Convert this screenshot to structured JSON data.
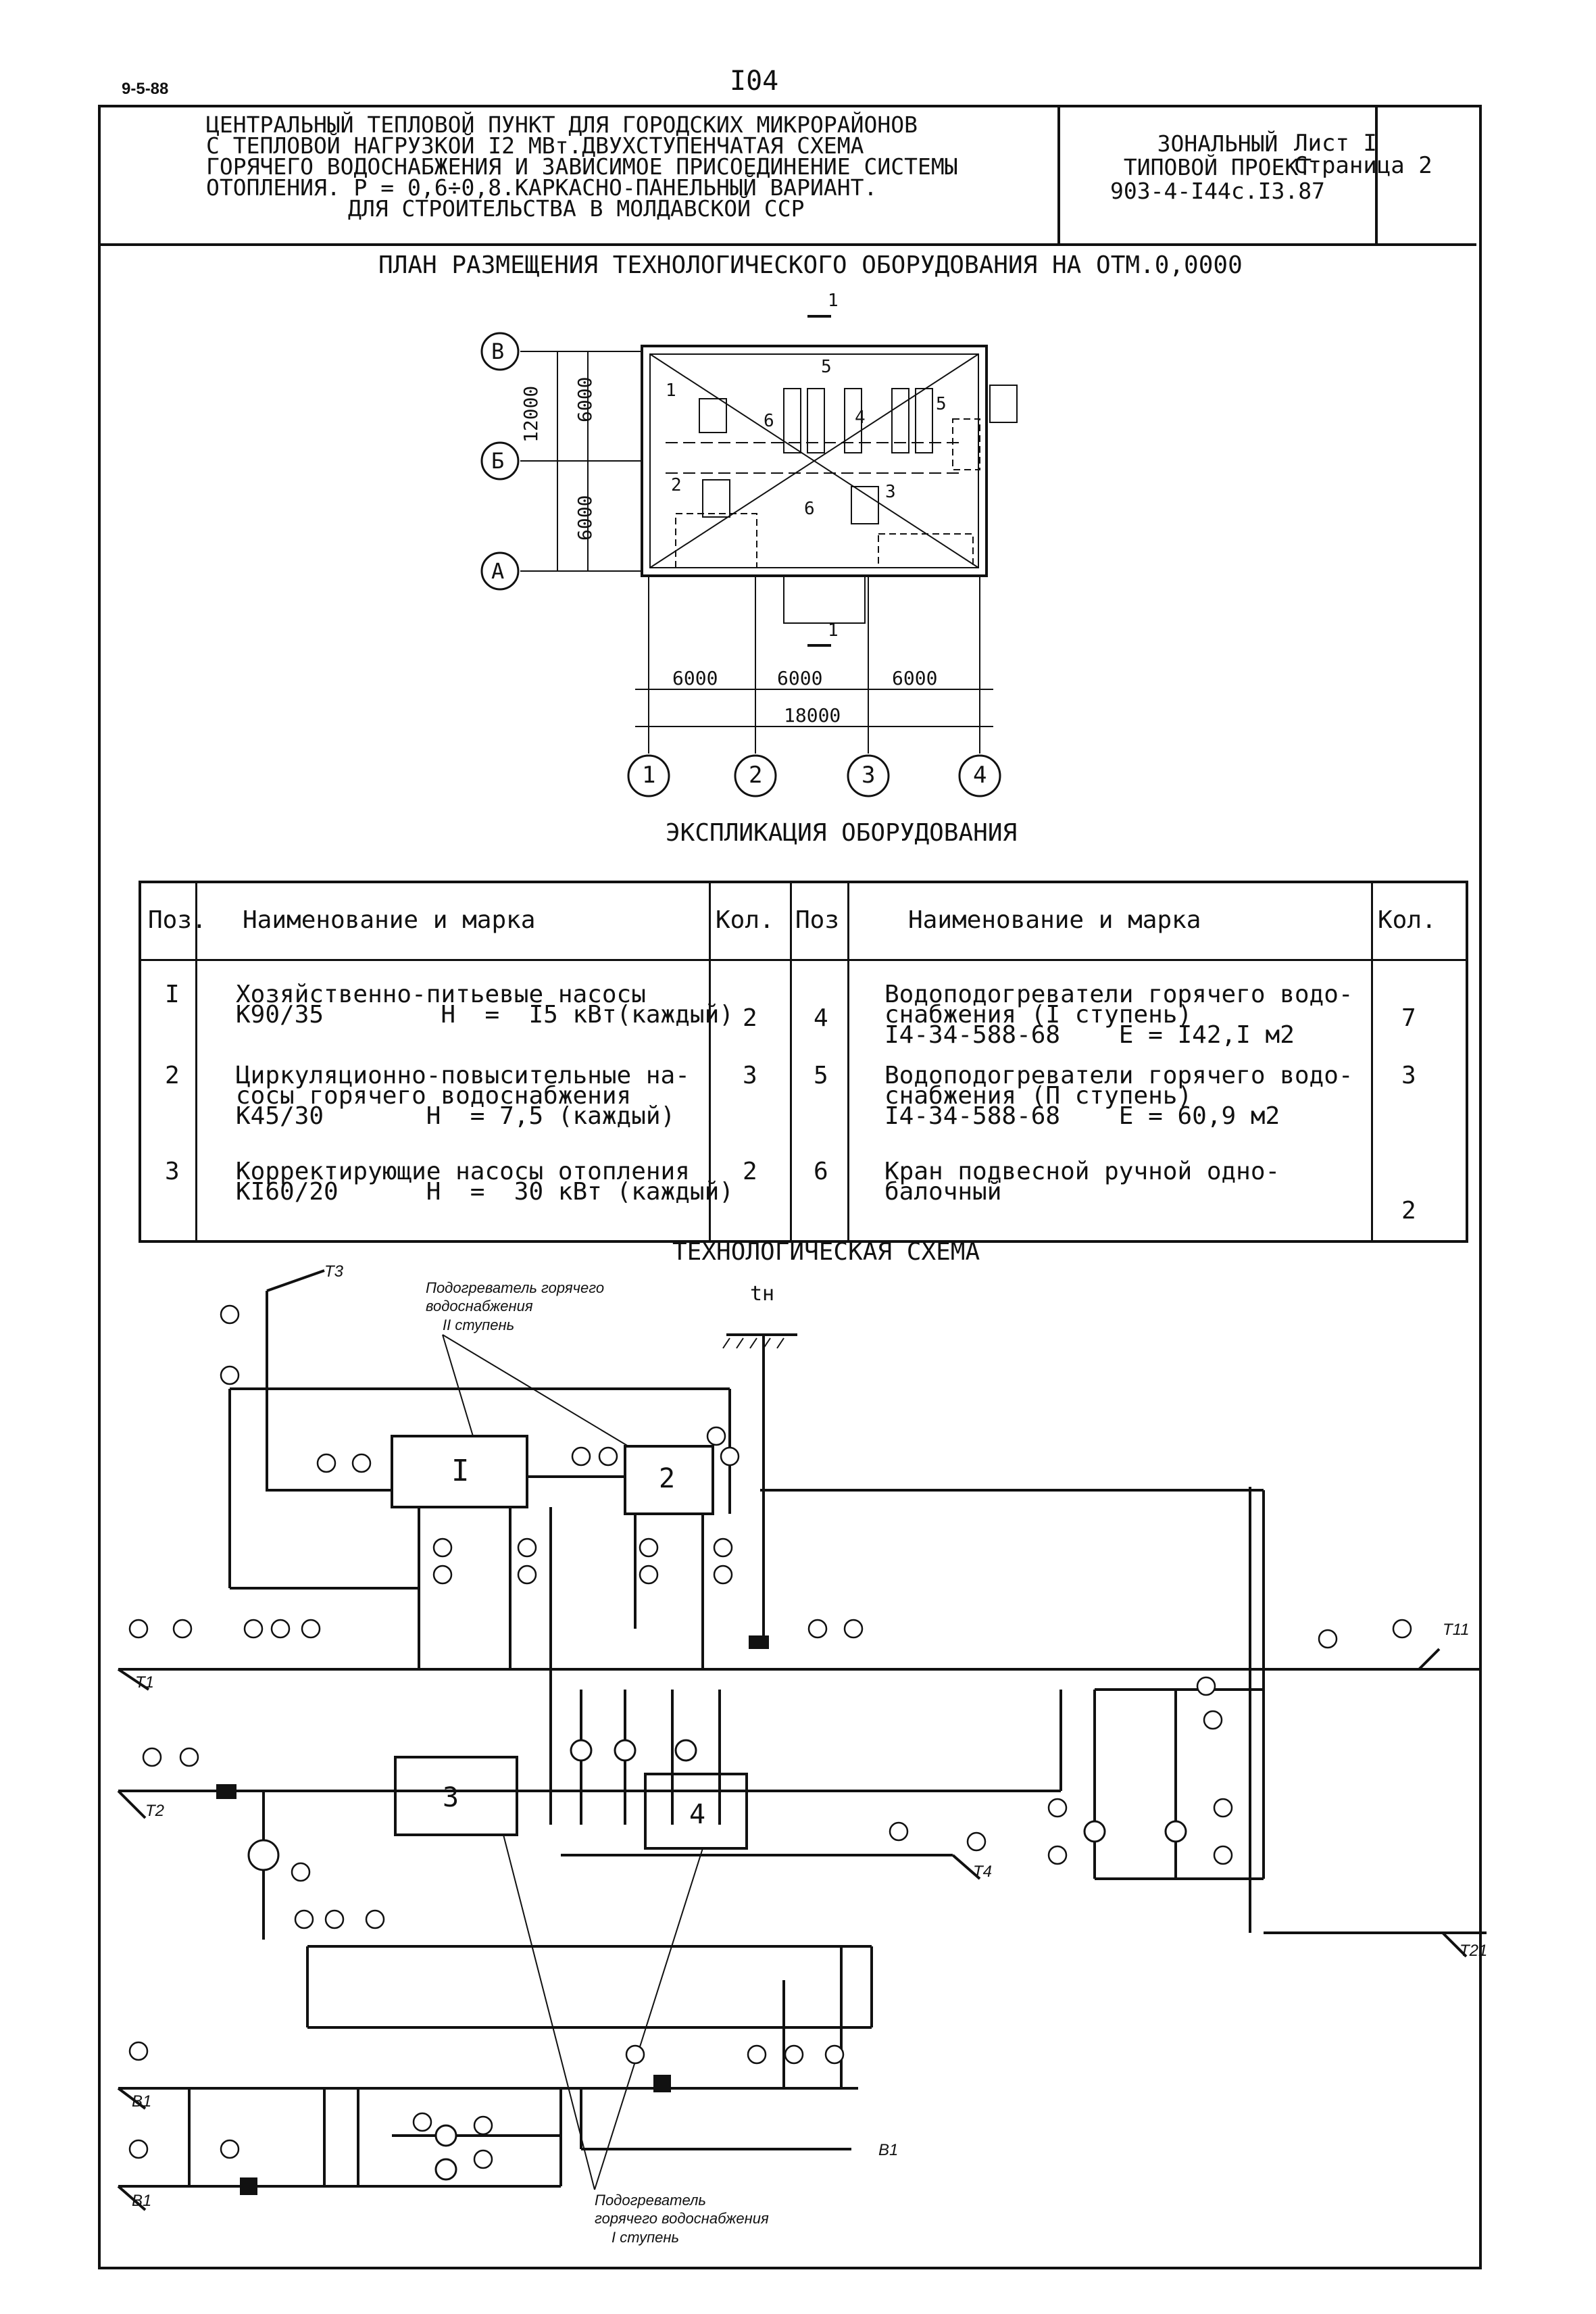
{
  "corner_code": "9-5-88",
  "page_number": "I04",
  "title_block": {
    "main_lines": [
      "ЦЕНТРАЛЬНЫЙ ТЕПЛОВОЙ ПУНКТ ДЛЯ ГОРОДСКИХ МИКРОРАЙОНОВ",
      "С ТЕПЛОВОЙ НАГРУЗКОЙ I2 МВт.ДВУХСТУПЕНЧАТАЯ СХЕМА",
      "ГОРЯЧЕГО ВОДОСНАБЖЕНИЯ И ЗАВИСИМОЕ ПРИСОЕДИНЕНИЕ СИСТЕМЫ",
      "ОТОПЛЕНИЯ. Р = 0,6÷0,8.КАРКАСНО-ПАНЕЛЬНЫЙ ВАРИАНТ.",
      "ДЛЯ СТРОИТЕЛЬСТВА В МОЛДАВСКОЙ ССР"
    ],
    "project_lines": [
      "ЗОНАЛЬНЫЙ",
      "ТИПОВОЙ ПРОЕКТ",
      "903-4-I44с.I3.87"
    ],
    "sheet_lines": [
      "Лист I",
      "Страница 2"
    ]
  },
  "plan": {
    "title": "ПЛАН РАЗМЕЩЕНИЯ ТЕХНОЛОГИЧЕСКОГО ОБОРУДОВАНИЯ НА ОТМ.0,0000",
    "row_axes": [
      "В",
      "Б",
      "А"
    ],
    "col_axes": [
      "1",
      "2",
      "3",
      "4"
    ],
    "dim_vertical_total": "12000",
    "dim_vertical_parts": [
      "6000",
      "6000"
    ],
    "dim_horizontal_parts": [
      "6000",
      "6000",
      "6000"
    ],
    "dim_horizontal_total": "18000",
    "section_mark": "1",
    "equipment_marks": [
      "1",
      "2",
      "3",
      "4",
      "5",
      "5",
      "6",
      "6"
    ]
  },
  "explication": {
    "title": "ЭКСПЛИКАЦИЯ ОБОРУДОВАНИЯ",
    "headers": [
      "Поз.",
      "Наименование и марка",
      "Кол.",
      "Поз",
      "Наименование   и марка",
      "Кол."
    ],
    "left_rows": [
      {
        "pos": "I",
        "name": [
          "Хозяйственно-питьевые насосы",
          "К90/35        Н  =  I5 кВт(каждый)"
        ],
        "qty": "2"
      },
      {
        "pos": "2",
        "name": [
          "Циркуляционно-повысительные на-",
          "сосы горячего водоснабжения",
          "К45/30       Н  = 7,5 (каждый)"
        ],
        "qty": "3"
      },
      {
        "pos": "3",
        "name": [
          "Корректирующие насосы отопления",
          "КI60/20      Н  =  30 кВт (каждый)"
        ],
        "qty": "2"
      }
    ],
    "right_rows": [
      {
        "pos": "4",
        "name": [
          "Водоподогреватели горячего водо-",
          "снабжения (I ступень)",
          "I4-34-588-68    Е = I42,I м2"
        ],
        "qty": "7"
      },
      {
        "pos": "5",
        "name": [
          "Водоподогреватели горячего водо-",
          "снабжения (П ступень)",
          "I4-34-588-68    Е = 60,9 м2"
        ],
        "qty": "3"
      },
      {
        "pos": "6",
        "name": [
          "Кран подвесной ручной одно-",
          "балочный"
        ],
        "qty": "2"
      }
    ]
  },
  "scheme": {
    "title": "ТЕХНОЛОГИЧЕСКАЯ СХЕМА",
    "note_top": [
      "Подогреватель  горячего",
      "водоснабжения",
      "II  ступень"
    ],
    "note_bottom": [
      "Подогреватель",
      "горячего  водоснабжения",
      "I  ступень"
    ],
    "outdoor_temp": "tн",
    "units": [
      "I",
      "2",
      "3",
      "4"
    ],
    "pipes": [
      "Т3",
      "Т1",
      "Т2",
      "Т11",
      "Т4",
      "Т21",
      "В1",
      "В1",
      "В1"
    ]
  }
}
